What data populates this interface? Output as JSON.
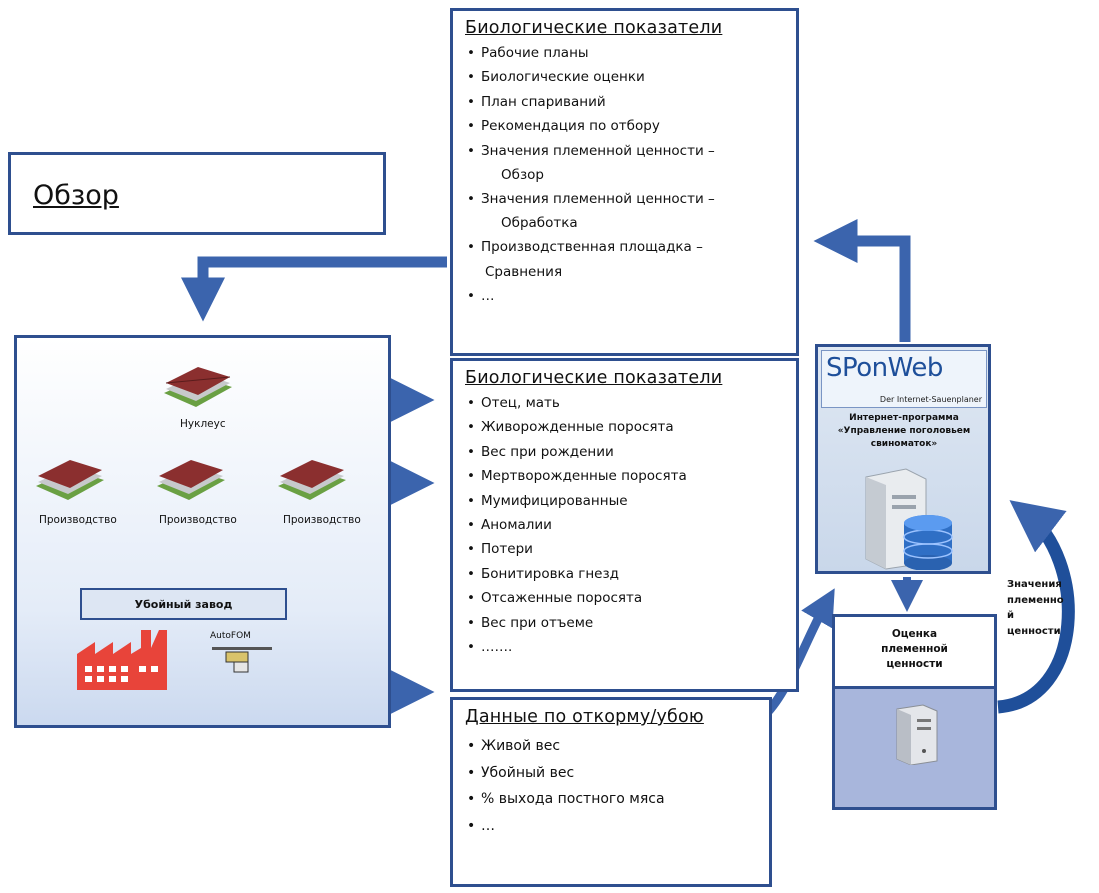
{
  "title": "Обзор",
  "bio_panel_1": {
    "heading": "Биологические показатели",
    "items": [
      {
        "line1": "Рабочие планы",
        "line2": ""
      },
      {
        "line1": "Биологические оценки",
        "line2": ""
      },
      {
        "line1": "План спариваний",
        "line2": ""
      },
      {
        "line1": "Рекомендация по отбору",
        "line2": ""
      },
      {
        "line1": "Значения племенной ценности –",
        "line2": "Обзор"
      },
      {
        "line1": "Значения племенной ценности –",
        "line2": "Обработка"
      },
      {
        "line1": "Производственная площадка –",
        "line2": "Сравнения"
      },
      {
        "line1": "…",
        "line2": ""
      }
    ]
  },
  "bio_panel_2": {
    "heading": "Биологические показатели",
    "items": [
      "Отец, мать",
      "Живорожденные поросята",
      "Вес при рождении",
      "Мертворожденные поросята",
      "Мумифицированные",
      "Аномалии",
      "Потери",
      "Бонитировка гнезд",
      "Отсаженные поросята",
      "Вес при отъеме",
      "……."
    ]
  },
  "fattening_panel": {
    "heading": "Данные по откорму/убою",
    "items": [
      "Живой вес",
      "Убойный вес",
      "% выхода постного мяса",
      "…"
    ]
  },
  "farm": {
    "nucleus": "Нуклеус",
    "production": [
      "Производство",
      "Производство",
      "Производство"
    ],
    "slaughterhouse": "Убойный завод",
    "autofom": "AutoFOM"
  },
  "sponweb": {
    "brand": "SPonWeb",
    "tagline": "Der Internet-Sauenplaner",
    "description": [
      "Интернет-программа",
      "«Управление поголовьем",
      "свиноматок»"
    ]
  },
  "breeding_eval": {
    "label": [
      "Оценка",
      "племенной",
      "ценности"
    ]
  },
  "side_label": [
    "Значения",
    "племенно",
    "й",
    "ценности"
  ],
  "colors": {
    "border": "#2e4f8f",
    "arrow": "#3b64ad",
    "roof": "#8b2f2f",
    "factory": "#e8443a"
  }
}
